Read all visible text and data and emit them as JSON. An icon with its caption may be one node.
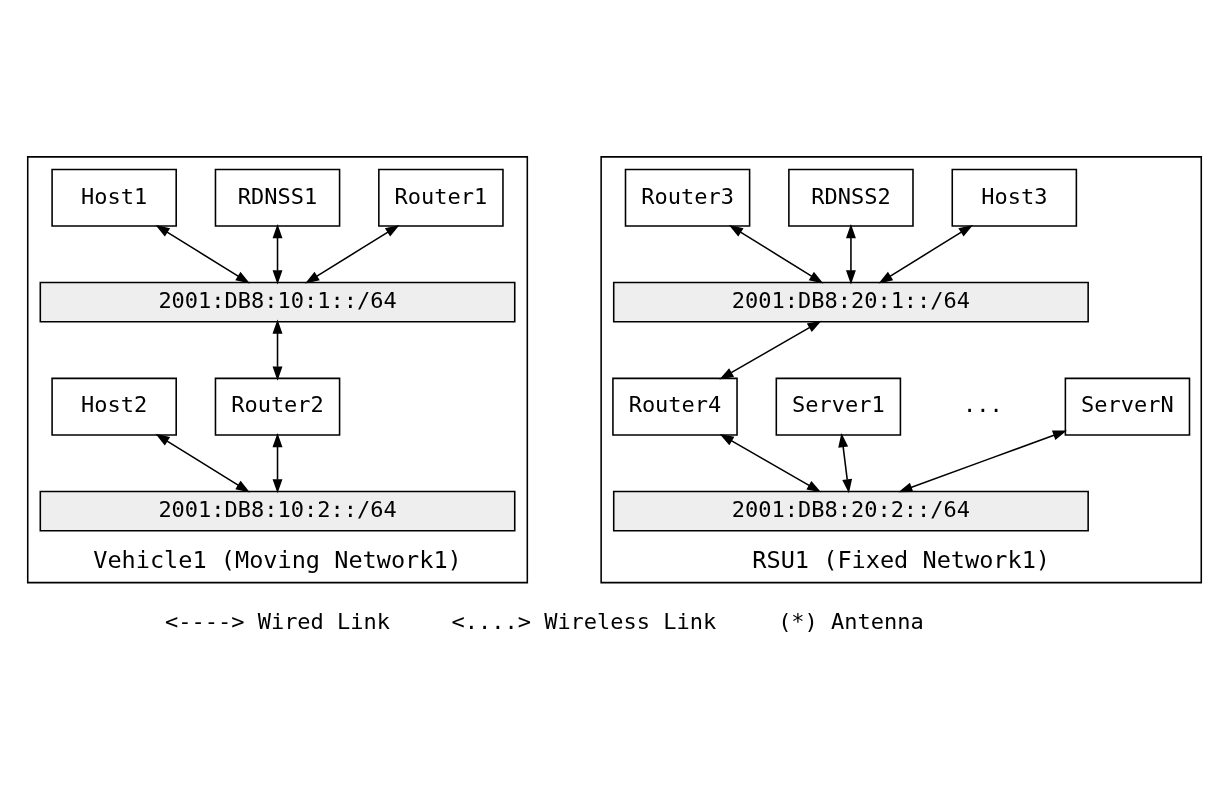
{
  "diagram": {
    "nodes": [
      {
        "text": [
          "Vehicle1 (Moving Network1)"
        ]
      },
      {
        "text": [
          "Host1"
        ],
        "in": 0
      },
      {
        "text": [
          "RDNSS1"
        ],
        "in": 0
      },
      {
        "text": [
          "Router1"
        ],
        "in": 0
      },
      {
        "text": [
          "2001:DB8:10:1::/64"
        ],
        "in": 0
      },
      {
        "text": [
          "Host2"
        ],
        "in": 0
      },
      {
        "text": [
          "Router2"
        ],
        "in": 0
      },
      {
        "text": [
          "2001:DB8:10:2::/64"
        ],
        "in": 0
      },
      {
        "text": [
          "RSU1 (Fixed Network1)"
        ]
      },
      {
        "text": [
          "Router3"
        ],
        "in": 8
      },
      {
        "text": [
          "RDNSS2"
        ],
        "in": 8
      },
      {
        "text": [
          "Host3"
        ],
        "in": 8
      },
      {
        "text": [
          "2001:DB8:20:1::/64"
        ],
        "in": 8
      },
      {
        "text": [
          "Router4"
        ],
        "in": 8
      },
      {
        "text": [
          "Server1"
        ],
        "in": 8
      },
      {
        "text": [
          "ServerN"
        ],
        "in": 8
      },
      {
        "text": [
          "2001:DB8:20:2::/64"
        ],
        "in": 8
      }
    ],
    "edges": [
      {
        "from": 1,
        "to": 4,
        "arrow": "both"
      },
      {
        "from": 2,
        "to": 4,
        "arrow": "both"
      },
      {
        "from": 3,
        "to": 4,
        "arrow": "both"
      },
      {
        "from": 4,
        "to": 6,
        "arrow": "both"
      },
      {
        "from": 5,
        "to": 7,
        "arrow": "both"
      },
      {
        "from": 6,
        "to": 7,
        "arrow": "both"
      },
      {
        "from": 9,
        "to": 12,
        "arrow": "both"
      },
      {
        "from": 10,
        "to": 12,
        "arrow": "both"
      },
      {
        "from": 11,
        "to": 12,
        "arrow": "both"
      },
      {
        "from": 12,
        "to": 13,
        "arrow": "both"
      },
      {
        "from": 13,
        "to": 16,
        "arrow": "both"
      },
      {
        "from": 14,
        "to": 16,
        "arrow": "both"
      },
      {
        "from": 15,
        "to": 16,
        "arrow": "both"
      }
    ],
    "labels": [
      "...",
      "<----> Wired Link",
      "<....> Wireless Link",
      "(*) Antenna"
    ]
  }
}
